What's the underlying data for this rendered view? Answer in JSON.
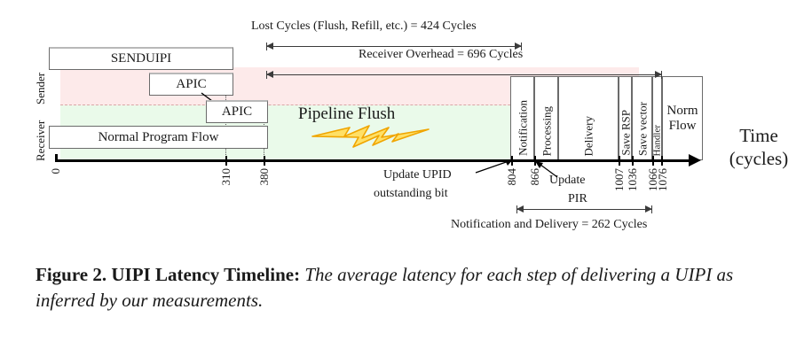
{
  "figure": {
    "axis": {
      "time_axis_label_line1": "Time",
      "time_axis_label_line2": "(cycles)",
      "row_label_sender": "Sender",
      "row_label_receiver": "Receiver",
      "ticks": [
        {
          "value": "0",
          "x": 62
        },
        {
          "value": "310",
          "x": 254
        },
        {
          "value": "380",
          "x": 297
        },
        {
          "value": "804",
          "x": 576
        },
        {
          "value": "866",
          "x": 602
        },
        {
          "value": "1007",
          "x": 697
        },
        {
          "value": "1036",
          "x": 712
        },
        {
          "value": "1066",
          "x": 735
        },
        {
          "value": "1076",
          "x": 745
        }
      ]
    },
    "boxes": {
      "senduipi": "SENDUIPI",
      "sender_apic": "APIC",
      "receiver_apic": "APIC",
      "normal_program_flow": "Normal Program Flow",
      "pipeline_flush": "Pipeline Flush",
      "notification": "Notification",
      "processing": "Processing",
      "delivery": "Delivery",
      "save_rsp": "Save RSP",
      "save_vector": "Save vector",
      "handler": "Handler",
      "norm_flow_line1": "Norm",
      "norm_flow_line2": "Flow"
    },
    "annotations": {
      "lost_cycles": "Lost Cycles (Flush, Refill, etc.) = 424 Cycles",
      "receiver_overhead": "Receiver Overhead = 696 Cycles",
      "update_upid_line1": "Update UPID",
      "update_upid_line2": "outstanding bit",
      "update_pir_line1": "Update",
      "update_pir_line2": "PIR",
      "notification_and_delivery": "Notification and Delivery = 262 Cycles"
    },
    "colors": {
      "sender_band": "#fdeaea",
      "receiver_band": "#eafaea",
      "bolt_fill": "#ffe066",
      "bolt_stroke": "#f0a500"
    }
  },
  "caption": {
    "label": "Figure 2. UIPI Latency Timeline:",
    "text": " The average latency for each step of delivering a UIPI as inferred by our measurements."
  },
  "chart_data": {
    "type": "table",
    "title": "UIPI Latency Timeline",
    "xlabel": "Time (cycles)",
    "ylabel": "",
    "xlim": [
      0,
      1100
    ],
    "categories": [
      "SENDUIPI",
      "APIC (Sender)",
      "APIC (Receiver)",
      "Normal Program Flow",
      "Pipeline Flush",
      "Notification",
      "Processing",
      "Delivery",
      "Save RSP",
      "Save vector",
      "Handler",
      "Norm Flow"
    ],
    "values": [
      310,
      310,
      380,
      380,
      804,
      866,
      1007,
      1036,
      1066,
      1076,
      1076,
      1100
    ],
    "tick_values": [
      0,
      310,
      380,
      804,
      866,
      1007,
      1036,
      1066,
      1076
    ],
    "measurements": [
      {
        "name": "Lost Cycles (Flush, Refill, etc.)",
        "cycles": 424,
        "from": 380,
        "to": 804
      },
      {
        "name": "Receiver Overhead",
        "cycles": 696,
        "from": 380,
        "to": 1076
      },
      {
        "name": "Notification and Delivery",
        "cycles": 262,
        "from": 804,
        "to": 1066
      }
    ],
    "events": [
      {
        "name": "Update UPID outstanding bit",
        "at": 804
      },
      {
        "name": "Update PIR",
        "at": 866
      }
    ]
  }
}
